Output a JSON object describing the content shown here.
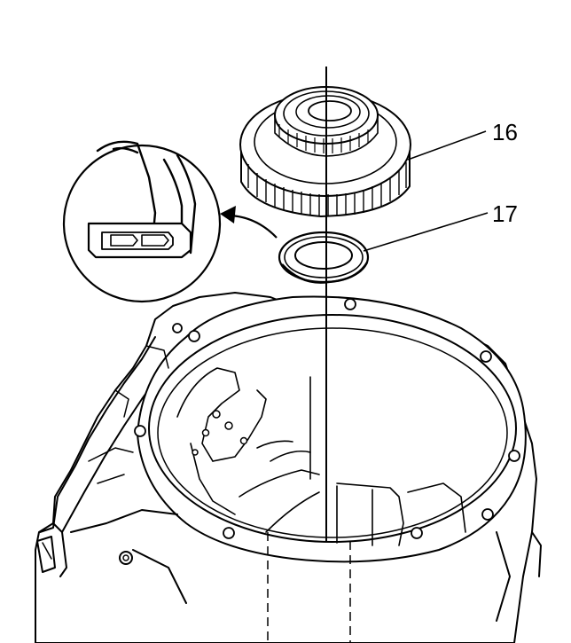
{
  "callouts": [
    {
      "number": "16",
      "part": "gear"
    },
    {
      "number": "17",
      "part": "thrust-washer"
    }
  ],
  "colors": {
    "stroke": "#000000",
    "background": "#ffffff",
    "fill": "#ffffff"
  }
}
